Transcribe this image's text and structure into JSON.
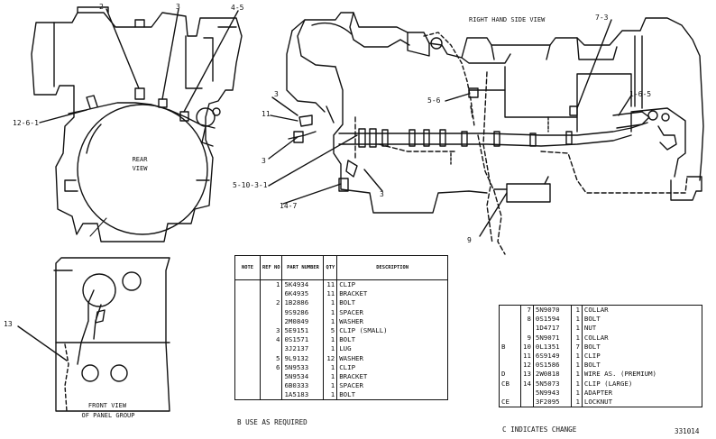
{
  "views": {
    "rear": [
      "REAR",
      "VIEW"
    ],
    "right_hand": "RIGHT HAND SIDE VIEW",
    "front_panel": [
      "FRONT VIEW",
      "OF PANEL GROUP"
    ]
  },
  "callouts": {
    "c2": "2",
    "c3a": "3",
    "c45": "4-5",
    "c1261": "12-6-1",
    "c3b": "3",
    "c11": "11",
    "c3c": "3",
    "c56": "5-6",
    "c73": "7-3",
    "c165": "1-6-5",
    "c51031": "5-10-3-1",
    "c147": "14-7",
    "c3d": "3",
    "c9": "9",
    "c13": "13"
  },
  "table1": {
    "headers": [
      "NOTE",
      "REF NO",
      "PART NUMBER",
      "QTY",
      "DESCRIPTION"
    ],
    "rows": [
      {
        "note": "",
        "ref": "1",
        "part": "5K4934",
        "qty": "11",
        "desc": "CLIP"
      },
      {
        "note": "",
        "ref": "",
        "part": "6K4935",
        "qty": "11",
        "desc": "BRACKET"
      },
      {
        "note": "",
        "ref": "2",
        "part": "1B2886",
        "qty": "1",
        "desc": "BOLT"
      },
      {
        "note": "",
        "ref": "",
        "part": "9S9286",
        "qty": "1",
        "desc": "SPACER"
      },
      {
        "note": "",
        "ref": "",
        "part": "2M0849",
        "qty": "1",
        "desc": "WASHER"
      },
      {
        "note": "",
        "ref": "3",
        "part": "5E9151",
        "qty": "5",
        "desc": "CLIP (SMALL)"
      },
      {
        "note": "",
        "ref": "4",
        "part": "0S1571",
        "qty": "1",
        "desc": "BOLT"
      },
      {
        "note": "",
        "ref": "",
        "part": "3J2137",
        "qty": "1",
        "desc": "LUG"
      },
      {
        "note": "",
        "ref": "5",
        "part": "9L9132",
        "qty": "12",
        "desc": "WASHER"
      },
      {
        "note": "",
        "ref": "6",
        "part": "5N9533",
        "qty": "1",
        "desc": "CLIP"
      },
      {
        "note": "",
        "ref": "",
        "part": "5N9534",
        "qty": "1",
        "desc": "BRACKET"
      },
      {
        "note": "",
        "ref": "",
        "part": "6B0333",
        "qty": "1",
        "desc": "SPACER"
      },
      {
        "note": "",
        "ref": "",
        "part": "1A5183",
        "qty": "1",
        "desc": "BOLT"
      }
    ],
    "footnote": "B   USE AS REQUIRED"
  },
  "table2": {
    "rows": [
      {
        "note": "",
        "ref": "7",
        "part": "5N9070",
        "qty": "1",
        "desc": "COLLAR"
      },
      {
        "note": "",
        "ref": "8",
        "part": "0S1594",
        "qty": "1",
        "desc": "BOLT"
      },
      {
        "note": "",
        "ref": "",
        "part": "1D4717",
        "qty": "1",
        "desc": "NUT"
      },
      {
        "note": "",
        "ref": "9",
        "part": "5N9071",
        "qty": "1",
        "desc": "COLLAR"
      },
      {
        "note": "B",
        "ref": "10",
        "part": "0L1351",
        "qty": "7",
        "desc": "BOLT"
      },
      {
        "note": "",
        "ref": "11",
        "part": "6S9149",
        "qty": "1",
        "desc": "CLIP"
      },
      {
        "note": "",
        "ref": "12",
        "part": "0S1586",
        "qty": "1",
        "desc": "BOLT"
      },
      {
        "note": "D",
        "ref": "13",
        "part": "2W0818",
        "qty": "1",
        "desc": "WIRE AS. (PREMIUM)"
      },
      {
        "note": "CB",
        "ref": "14",
        "part": "5N5073",
        "qty": "1",
        "desc": "CLIP (LARGE)"
      },
      {
        "note": "",
        "ref": "",
        "part": "5N9943",
        "qty": "1",
        "desc": "ADAPTER"
      },
      {
        "note": "CE",
        "ref": "",
        "part": "3F2095",
        "qty": "1",
        "desc": "LOCKNUT"
      }
    ],
    "footnote": "C   INDICATES CHANGE"
  },
  "figure_number": "331014",
  "colors": {
    "ink": "#111111",
    "paper": "#ffffff"
  }
}
